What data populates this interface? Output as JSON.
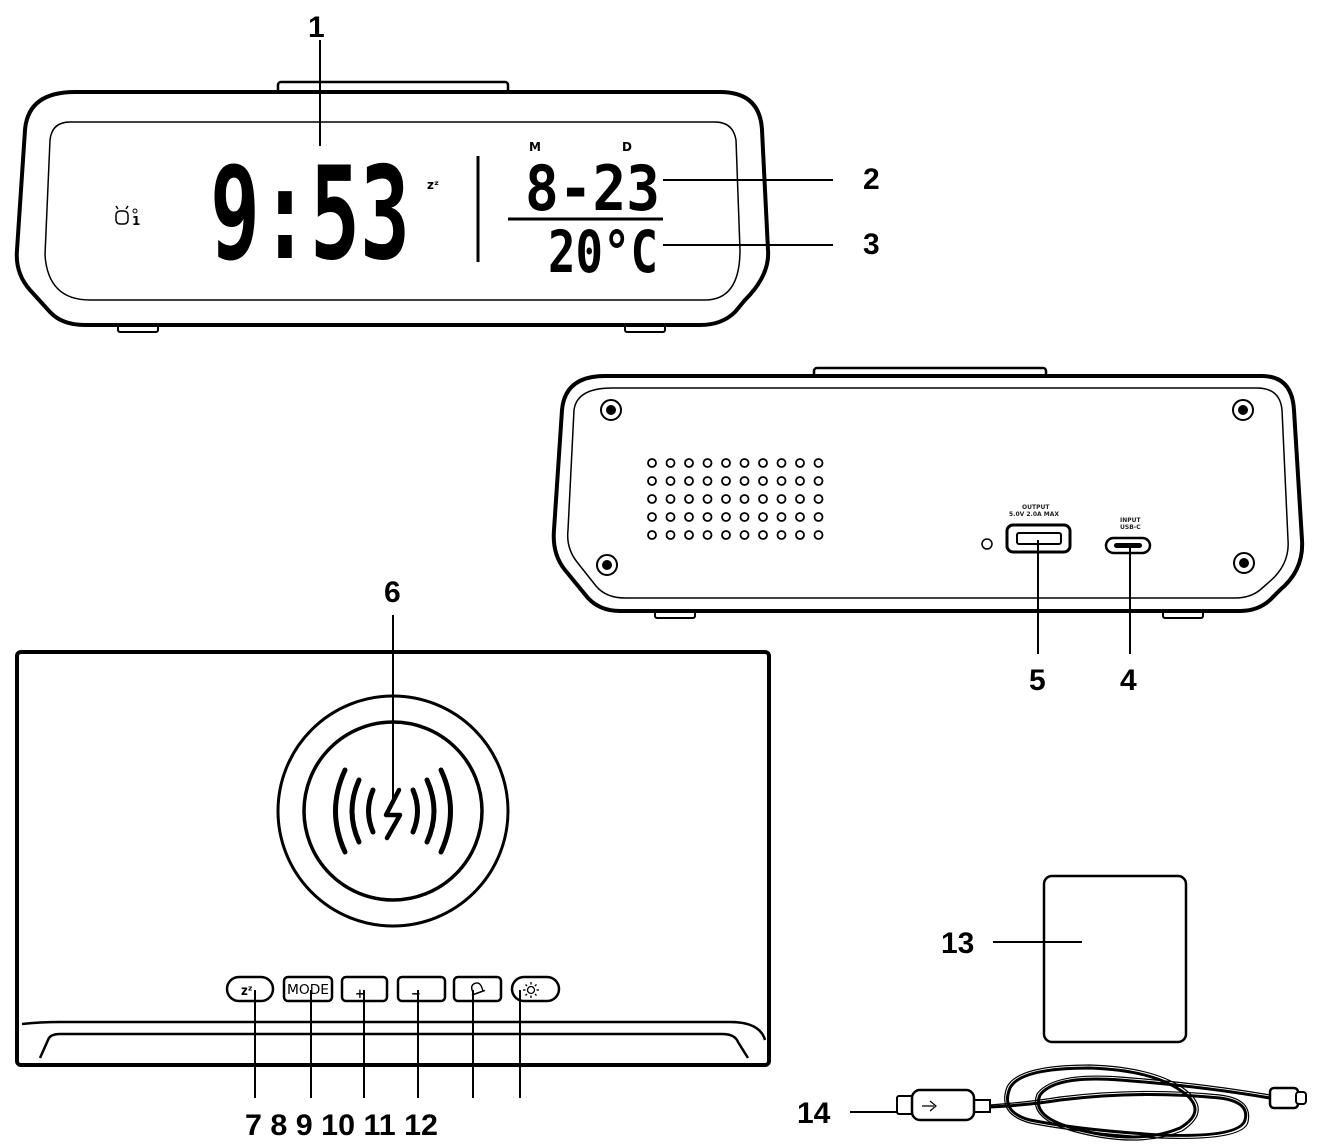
{
  "display": {
    "time": "9:53",
    "snooze_symbol": "zᶻ",
    "month_label": "M",
    "day_label": "D",
    "date": "8-23",
    "temperature": "20°C",
    "alarm_indicator": "1"
  },
  "rear": {
    "output_label": "OUTPUT",
    "output_rating": "5.0V 2.0A MAX",
    "input_label": "INPUT",
    "input_type": "USB-C"
  },
  "buttons": {
    "snooze": "zᶻ",
    "mode": "MODE",
    "plus": "+",
    "minus": "−"
  },
  "callouts": [
    "1",
    "2",
    "3",
    "4",
    "5",
    "6",
    "7",
    "8",
    "9",
    "10",
    "11",
    "12",
    "13",
    "14"
  ],
  "bottom_sequence": "7 8 9 10 11 12"
}
